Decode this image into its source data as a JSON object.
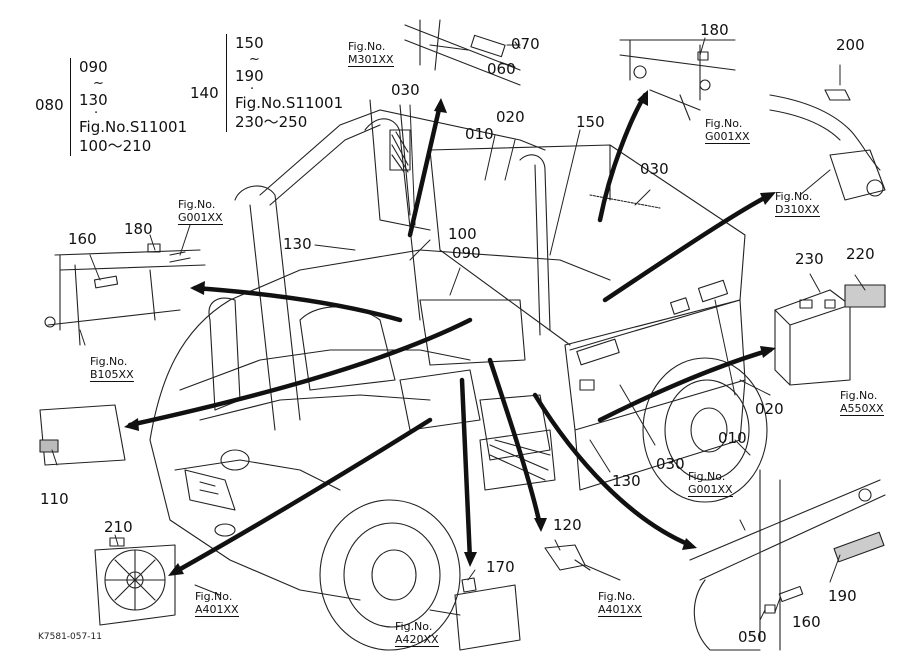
{
  "parts": {
    "p010a": "010",
    "p010b": "010",
    "p020a": "020",
    "p020b": "020",
    "p030a": "030",
    "p030b": "030",
    "p030c": "030",
    "p050": "050",
    "p060": "060",
    "p070": "070",
    "p090": "090",
    "p100": "100",
    "p110": "110",
    "p120": "120",
    "p130a": "130",
    "p130b": "130",
    "p150": "150",
    "p160a": "160",
    "p160b": "160",
    "p170": "170",
    "p180a": "180",
    "p180b": "180",
    "p190": "190",
    "p200": "200",
    "p210": "210",
    "p220": "220",
    "p230": "230"
  },
  "group080": {
    "label": "080",
    "items": [
      "090",
      "~",
      "130",
      "·",
      "Fig.No.S11001",
      "100～210"
    ]
  },
  "group140": {
    "label": "140",
    "items": [
      "150",
      "~",
      "190",
      "·",
      "Fig.No.S11001",
      "230～250"
    ]
  },
  "figrefs": {
    "m301": {
      "pre": "Fig.No.",
      "ref": "M301XX"
    },
    "g001top": {
      "pre": "Fig.No.",
      "ref": "G001XX"
    },
    "d310": {
      "pre": "Fig.No.",
      "ref": "D310XX"
    },
    "g001left": {
      "pre": "Fig.No.",
      "ref": "G001XX"
    },
    "b105": {
      "pre": "Fig.No.",
      "ref": "B105XX"
    },
    "a550": {
      "pre": "Fig.No.",
      "ref": "A550XX"
    },
    "g001right": {
      "pre": "Fig.No.",
      "ref": "G001XX"
    },
    "a401left": {
      "pre": "Fig.No.",
      "ref": "A401XX"
    },
    "a401mid": {
      "pre": "Fig.No.",
      "ref": "A401XX"
    },
    "a420": {
      "pre": "Fig.No.",
      "ref": "A420XX"
    }
  },
  "drawing_code": "K7581-057-11"
}
